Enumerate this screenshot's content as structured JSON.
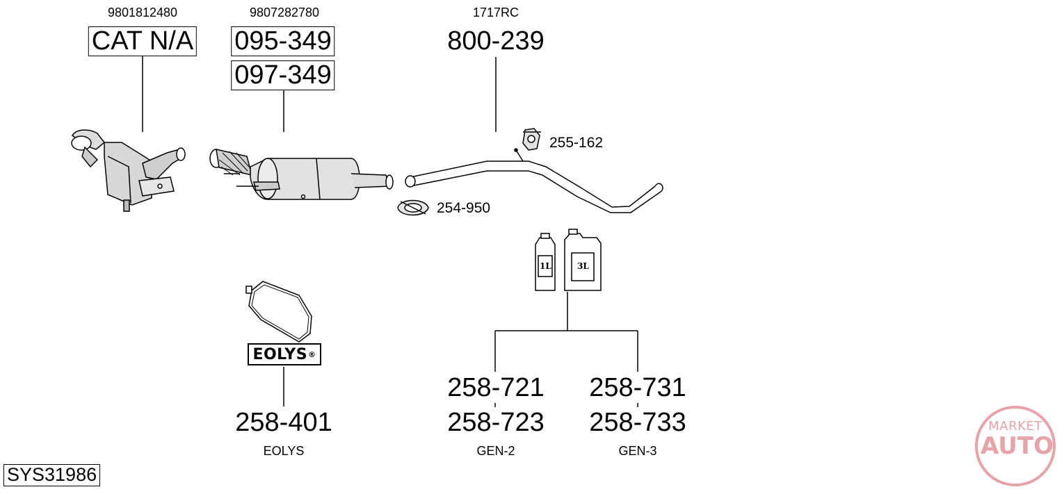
{
  "system_code": "SYS31986",
  "groups": [
    {
      "oem": "9801812480",
      "parts": [
        "CAT N/A"
      ]
    },
    {
      "oem": "9807282780",
      "parts": [
        "095-349",
        "097-349"
      ]
    },
    {
      "oem": "1717RC",
      "parts": [
        "800-239"
      ]
    }
  ],
  "accessories": {
    "hanger": "255-162",
    "clamp": "254-950"
  },
  "fluids": {
    "bottle_small_label": "1L",
    "bottle_large_label": "3L",
    "eolys_badge": "EOLYS",
    "eolys_mark": "®",
    "eolys_parts": [
      "258-401"
    ],
    "eolys_caption": "EOLYS",
    "gen2_parts": [
      "258-721",
      "258-723"
    ],
    "gen2_caption": "GEN-2",
    "gen3_parts": [
      "258-731",
      "258-733"
    ],
    "gen3_caption": "GEN-3"
  },
  "watermark": {
    "top": "MARKET",
    "bottom": "AUTO",
    "color": "#e8a3a8"
  }
}
